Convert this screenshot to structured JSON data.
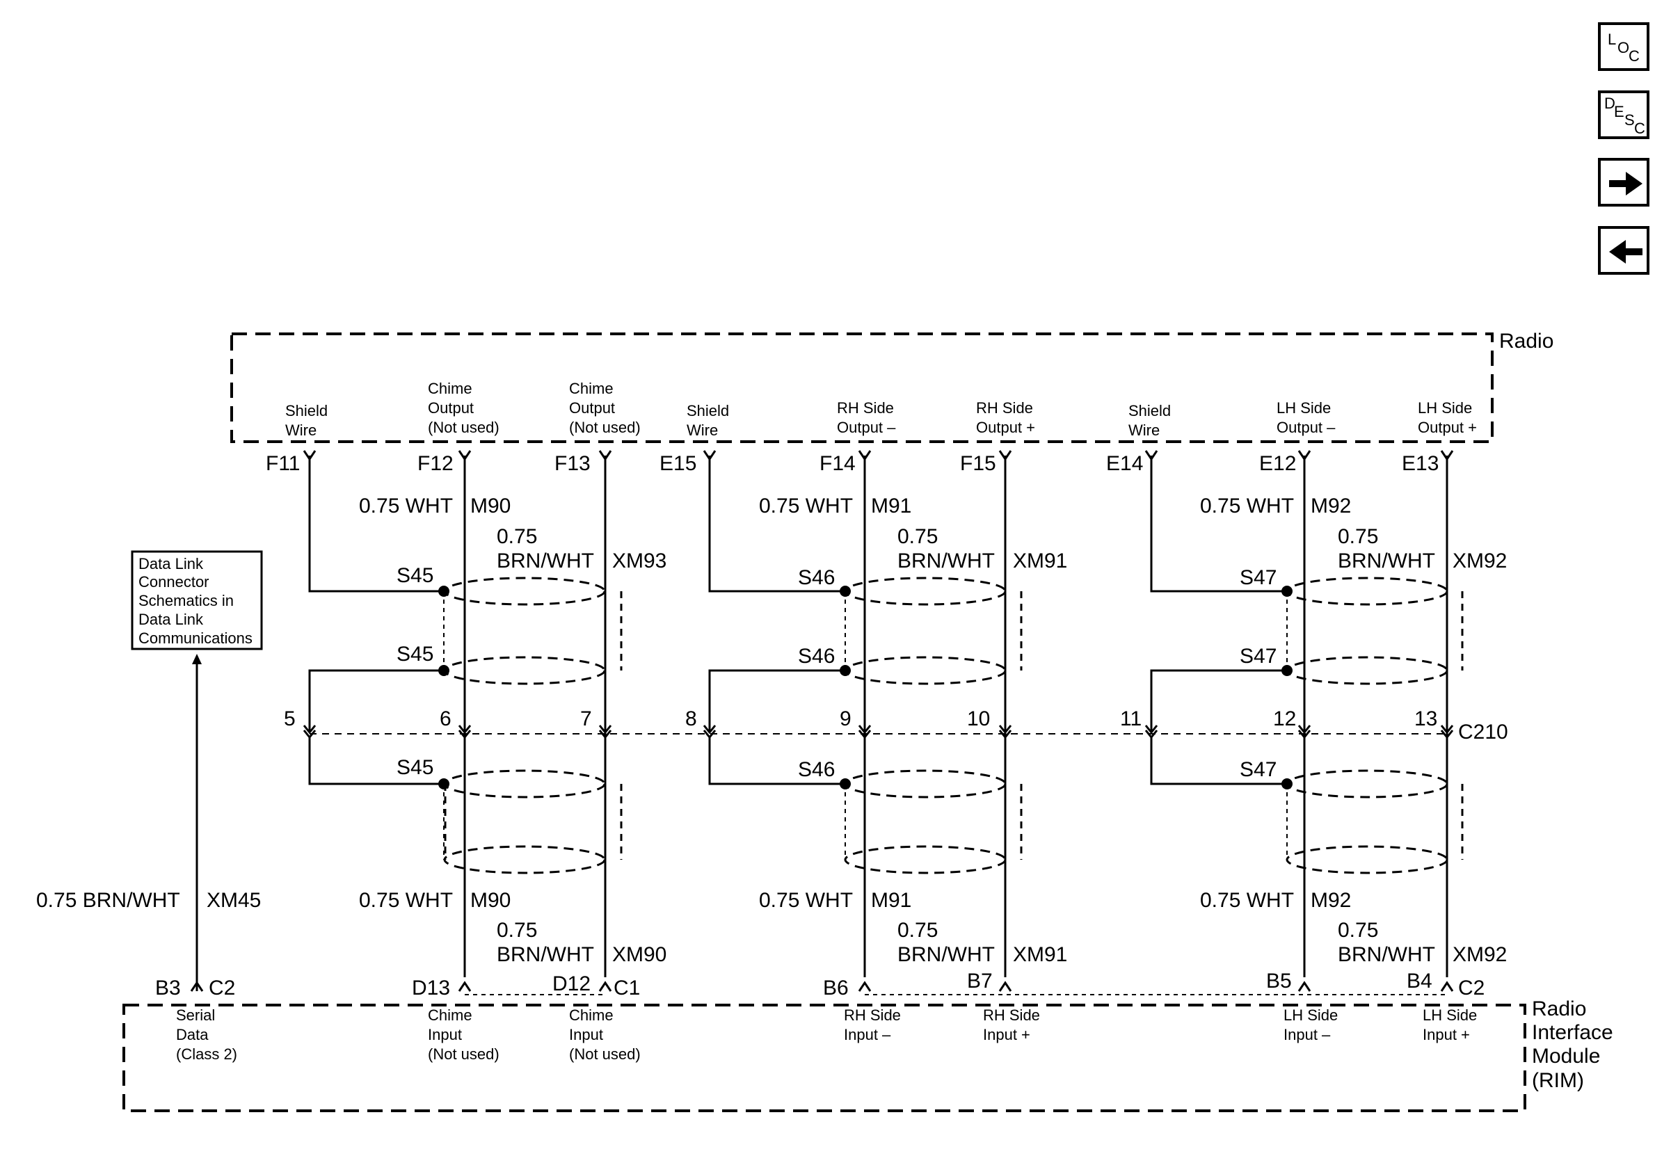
{
  "nav": {
    "loc": [
      "L",
      "O",
      "C"
    ],
    "desc": [
      "D",
      "E",
      "S",
      "C"
    ]
  },
  "radio": {
    "label": "Radio"
  },
  "rim": {
    "label_lines": [
      "Radio",
      "Interface",
      "Module",
      "(RIM)"
    ]
  },
  "dlc_box": {
    "lines": [
      "Data Link",
      "Connector",
      "Schematics in",
      "Data Link",
      "Communications"
    ]
  },
  "radio_pins": [
    {
      "id": "F11",
      "desc": [
        "Shield",
        "Wire"
      ]
    },
    {
      "id": "F12",
      "desc": [
        "Chime",
        "Output",
        "(Not used)"
      ]
    },
    {
      "id": "F13",
      "desc": [
        "Chime",
        "Output",
        "(Not used)"
      ]
    },
    {
      "id": "E15",
      "desc": [
        "Shield",
        "Wire"
      ]
    },
    {
      "id": "F14",
      "desc": [
        "RH Side",
        "Output –"
      ]
    },
    {
      "id": "F15",
      "desc": [
        "RH Side",
        "Output +"
      ]
    },
    {
      "id": "E14",
      "desc": [
        "Shield",
        "Wire"
      ]
    },
    {
      "id": "E12",
      "desc": [
        "LH Side",
        "Output –"
      ]
    },
    {
      "id": "E13",
      "desc": [
        "LH Side",
        "Output +"
      ]
    }
  ],
  "wires_top": [
    {
      "gauge": "0.75 WHT",
      "circuit": "M90"
    },
    {
      "gauge_lines": [
        "0.75",
        "BRN/WHT"
      ],
      "circuit": "XM93"
    },
    {
      "gauge": "0.75 WHT",
      "circuit": "M91"
    },
    {
      "gauge_lines": [
        "0.75",
        "BRN/WHT"
      ],
      "circuit": "XM91"
    },
    {
      "gauge": "0.75 WHT",
      "circuit": "M92"
    },
    {
      "gauge_lines": [
        "0.75",
        "BRN/WHT"
      ],
      "circuit": "XM92"
    }
  ],
  "wires_bottom": [
    {
      "gauge": "0.75 WHT",
      "circuit": "M90"
    },
    {
      "gauge_lines": [
        "0.75",
        "BRN/WHT"
      ],
      "circuit": "XM90"
    },
    {
      "gauge": "0.75 WHT",
      "circuit": "M91"
    },
    {
      "gauge_lines": [
        "0.75",
        "BRN/WHT"
      ],
      "circuit": "XM91"
    },
    {
      "gauge": "0.75 WHT",
      "circuit": "M92"
    },
    {
      "gauge_lines": [
        "0.75",
        "BRN/WHT"
      ],
      "circuit": "XM92"
    }
  ],
  "serial_wire": {
    "gauge": "0.75 BRN/WHT",
    "circuit": "XM45"
  },
  "splices": [
    "S45",
    "S45",
    "S45",
    "S46",
    "S46",
    "S46",
    "S47",
    "S47",
    "S47"
  ],
  "c210": {
    "label": "C210",
    "pins": [
      "5",
      "6",
      "7",
      "8",
      "9",
      "10",
      "11",
      "12",
      "13"
    ]
  },
  "rim_pins": [
    {
      "id": "B3",
      "connector": "C2",
      "desc": [
        "Serial",
        "Data",
        "(Class 2)"
      ]
    },
    {
      "id": "D13",
      "desc": [
        "Chime",
        "Input",
        "(Not used)"
      ]
    },
    {
      "id": "D12",
      "connector": "C1",
      "desc": [
        "Chime",
        "Input",
        "(Not used)"
      ]
    },
    {
      "id": "B6",
      "desc": [
        "RH Side",
        "Input –"
      ]
    },
    {
      "id": "B7",
      "desc": [
        "RH Side",
        "Input +"
      ]
    },
    {
      "id": "B5",
      "desc": [
        "LH Side",
        "Input –"
      ]
    },
    {
      "id": "B4",
      "connector": "C2",
      "desc": [
        "LH Side",
        "Input +"
      ]
    }
  ]
}
